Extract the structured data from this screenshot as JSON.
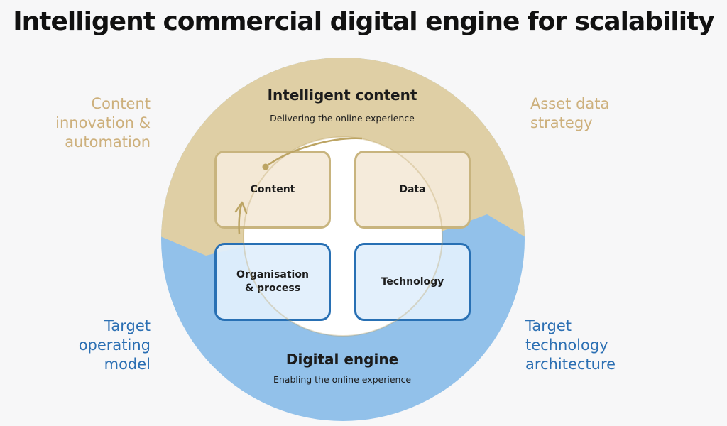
{
  "title": "Intelligent commercial digital engine for scalability",
  "outer_labels": {
    "top_left": "Content\ninnovation &\nautomation",
    "top_right": "Asset data\nstrategy",
    "bottom_left": "Target\noperating\nmodel",
    "bottom_right": "Target\ntechnology\narchitecture"
  },
  "top_section": {
    "title": "Intelligent content",
    "subtitle": "Delivering the online experience"
  },
  "bottom_section": {
    "title": "Digital engine",
    "subtitle": "Enabling the online experience"
  },
  "boxes": {
    "content": "Content",
    "data": "Data",
    "organisation": "Organisation\n& process",
    "technology": "Technology"
  },
  "colors": {
    "tan_fill": "#dfcfa5",
    "blue_fill": "#92c1ea",
    "gold_text": "#cdb07c",
    "blue_text": "#2b6fb3",
    "tan_border": "#c8b47e",
    "blue_border": "#2870b4",
    "arrow": "#bca463"
  }
}
